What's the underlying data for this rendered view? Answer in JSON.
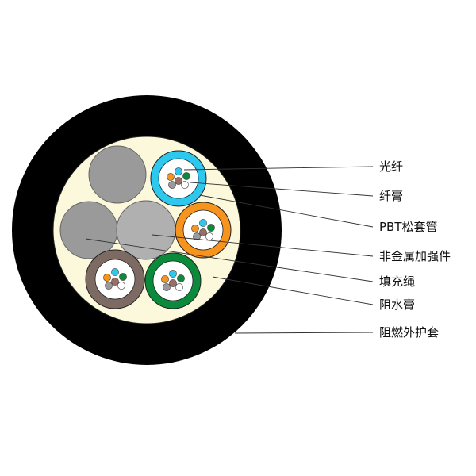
{
  "labels": {
    "fiber": "光纤",
    "fiber_gel": "纤膏",
    "pbt_tube": "PBT松套管",
    "strength_member": "非金属加强件",
    "filler_rope": "填充绳",
    "water_block_gel": "阻水膏",
    "sheath": "阻燃外护套"
  },
  "colors": {
    "sheath": "#000000",
    "core_fill": "#fbf8dc",
    "filler": "#9a9a9a",
    "strength_member": "#b0b0b0",
    "tube_blue": "#2ec8ee",
    "tube_orange": "#f7941d",
    "tube_green": "#0a8a3a",
    "tube_brown": "#7d6b63",
    "fiber_orange": "#f7941d",
    "fiber_cyan": "#2ec8ee",
    "fiber_green": "#0a8a3a",
    "fiber_brown": "#9a6d67",
    "fiber_gray": "#9a9a9a",
    "fiber_white": "#ffffff"
  }
}
